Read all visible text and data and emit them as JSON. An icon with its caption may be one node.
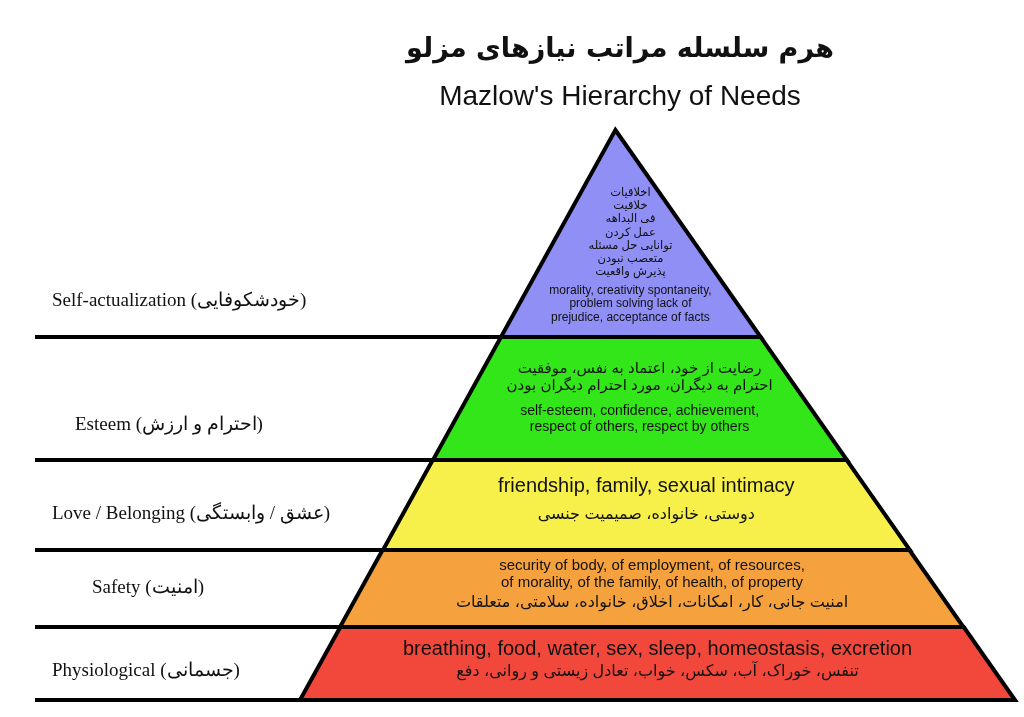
{
  "diagram": {
    "title": "هرم سلسله مراتب نیازهای مزلو",
    "nodes": [
      {
        "text": [
          "اخلاقیات",
          "خلاقیت",
          "فی البداهه عمل کردن",
          "توانایی حل مسئله",
          "متعصب نبودن",
          "پذیرش واقعیت",
          "morality, creativity spontaneity, problem solving lack of prejudice, acceptance of facts"
        ]
      },
      {
        "text": [
          "رضایت از خود، اعتماد به نفس، موفقیت احترام به دیگران، مورد احترام دیگران بودن",
          "self-esteem, confidence, achievement, respect of others, respect by others"
        ]
      },
      {
        "text": [
          "friendship, family, sexual intimacy",
          "دوستی، خانواده، صمیمیت جنسی"
        ]
      },
      {
        "text": [
          "security of body, of employment, of resources, of morality, of the family, of health, of property",
          "امنیت جانی، کار، امکانات، اخلاق، خانواده، سلامتی، متعلقات"
        ]
      },
      {
        "text": [
          "breathing, food, water, sex, sleep, homeostasis, excretion",
          "تنفس، خوراک، آب، سکس، خواب، تعادل زیستی و روانی، دفع"
        ]
      }
    ],
    "labels": [
      "Mazlow's Hierarchy of Needs",
      "Self-actualization (خودشکوفایی)",
      "Esteem (احترام و ارزش)",
      "Love / Belonging (عشق / وابستگی)",
      "Safety (امنیت)",
      "Physiological (جسمانی)"
    ]
  }
}
